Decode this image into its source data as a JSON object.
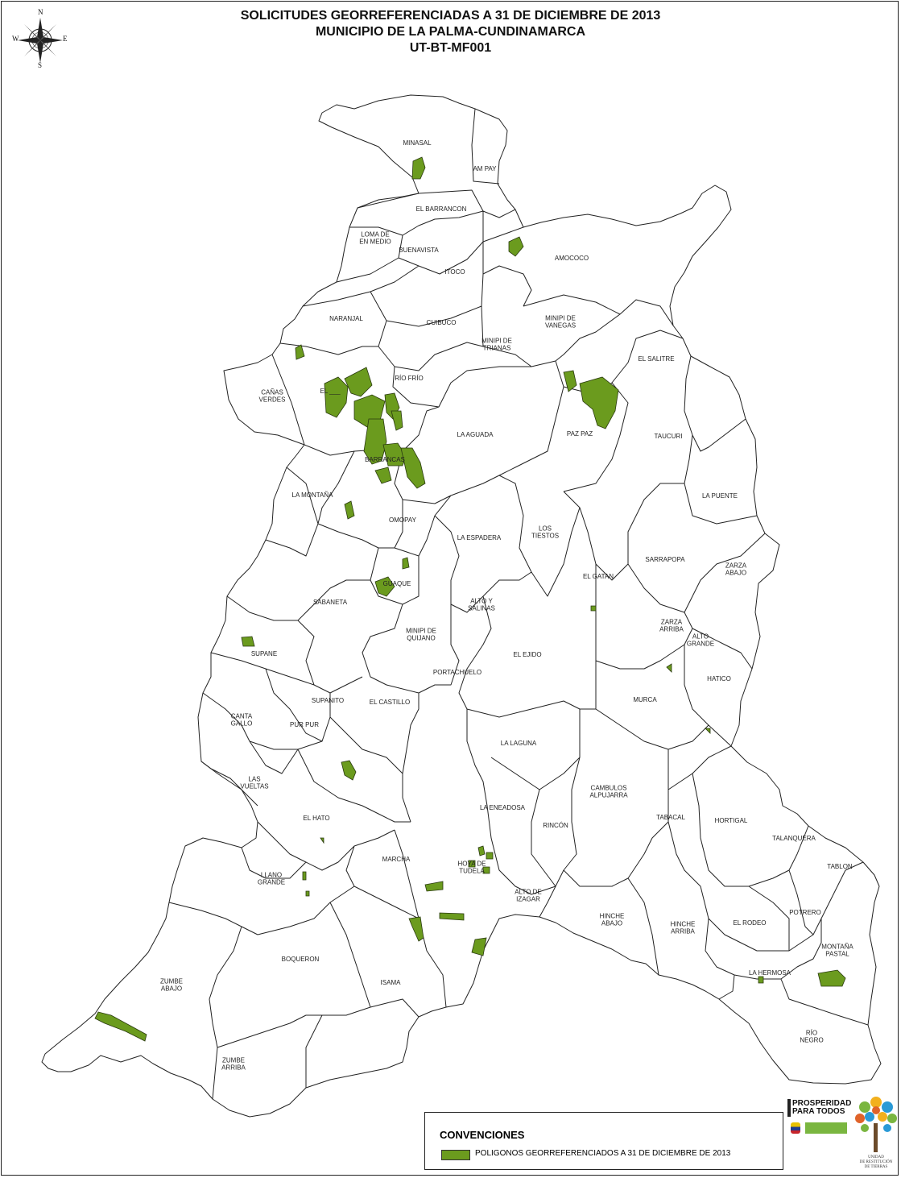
{
  "title": {
    "line1": "SOLICITUDES GEORREFERENCIADAS A 31 DE DICIEMBRE DE 2013",
    "line2": "MUNICIPIO DE LA PALMA-CUNDINAMARCA",
    "line3": "UT-BT-MF001"
  },
  "compass": {
    "n": "N",
    "s": "S",
    "e": "E",
    "w": "W"
  },
  "colors": {
    "polygon_fill": "#6b9b1e",
    "boundary": "#222222",
    "background": "#ffffff"
  },
  "veredas": [
    "MINASAL",
    "AM PAY",
    "EL BARRANCON",
    "LOMA DE\nEN MEDIO",
    "BUENAVISTA",
    "ITOCO",
    "AMOCOCO",
    "NARANJAL",
    "CUIBUCO",
    "MINIPI DE\nVANEGAS",
    "MINIPI DE\nTRIANAS",
    "EL SALITRE",
    "RÍO FRÍO",
    "CAÑAS\nVERDES",
    "EL ___",
    "LA AGUADA",
    "PAZ PAZ",
    "TAUCURI",
    "BARRANCAS",
    "OMOPAY",
    "LA MONTAÑA",
    "LA PUENTE",
    "LA ESPADERA",
    "LOS\nTIESTOS",
    "EL GATAN",
    "SARRAPOPA",
    "ZARZA\nABAJO",
    "GUAQUE",
    "SABANETA",
    "ALTO Y\nSALINAS",
    "ZARZA\nARRIBA",
    "ALTO\nGRANDE",
    "MINIPI DE\nQUIJANO",
    "SUPANE",
    "EL EJIDO",
    "PORTACHUELO",
    "HATICO",
    "SUPANITO",
    "EL CASTILLO",
    "MURCA",
    "CANTA\nGALLO",
    "PUR PUR",
    "LA LAGUNA",
    "LAS\nVUELTAS",
    "CAMBULOS\nALPUJARRA",
    "EL HATO",
    "LA ENEADOSA",
    "TABACAL",
    "HORTIGAL",
    "RINCÓN",
    "TALANQUERA",
    "MARCHA",
    "HOYA DE\nTUDELA",
    "TABLON",
    "LLANO\nGRANDE",
    "ALTO DE\nIZAGAR",
    "HINCHE\nABAJO",
    "EL RODEO",
    "POTRERO",
    "HINCHE\nARRIBA",
    "BOQUERON",
    "MONTAÑA\nPASTAL",
    "ZUMBE\nABAJO",
    "LA HERMOSA",
    "ISAMA",
    "RÍO\nNEGRO",
    "ZUMBE\nARRIBA"
  ],
  "legend": {
    "title": "CONVENCIONES",
    "item": "POLIGONOS GEORREFERENCIADOS A 31 DE DICIEMBRE DE 2013"
  },
  "logos": {
    "prosperidad_line1": "PROSPERIDAD",
    "prosperidad_line2": "PARA TODOS",
    "tree_caption": "UNIDAD\nDE RESTITUCIÓN\nDE TIERRAS"
  }
}
